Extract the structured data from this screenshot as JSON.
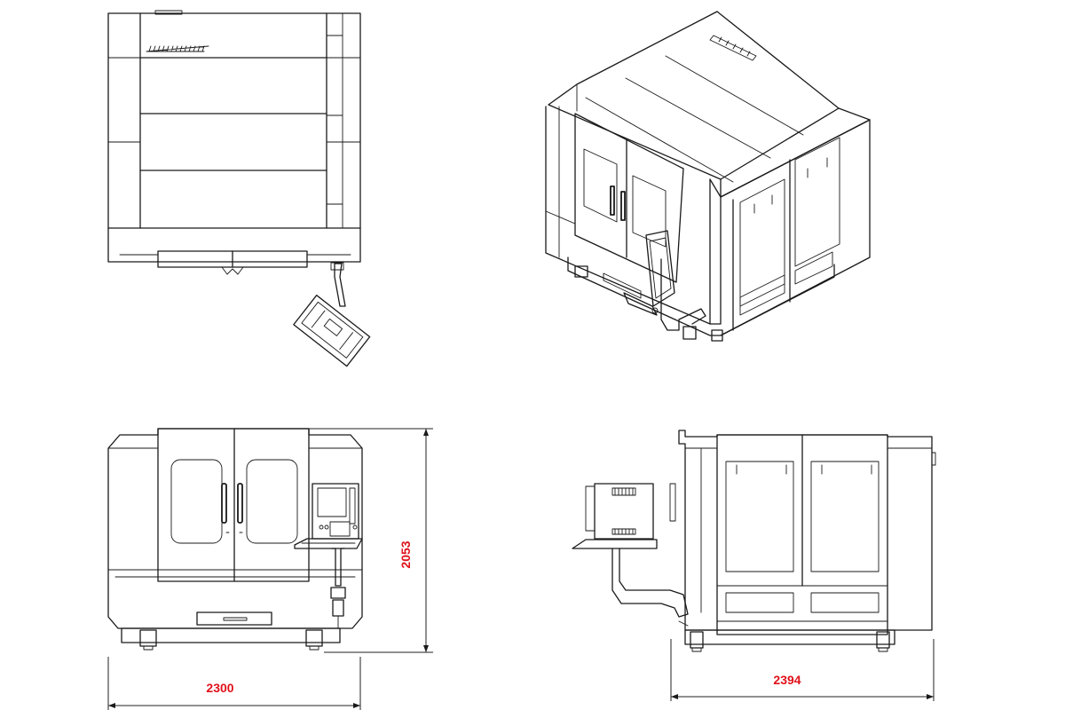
{
  "dimensions": {
    "front_width": "2300",
    "front_height": "2053",
    "side_depth": "2394"
  },
  "colors": {
    "line": "#1a1a1a",
    "dimension_text": "#e0121b",
    "background": "#ffffff"
  }
}
